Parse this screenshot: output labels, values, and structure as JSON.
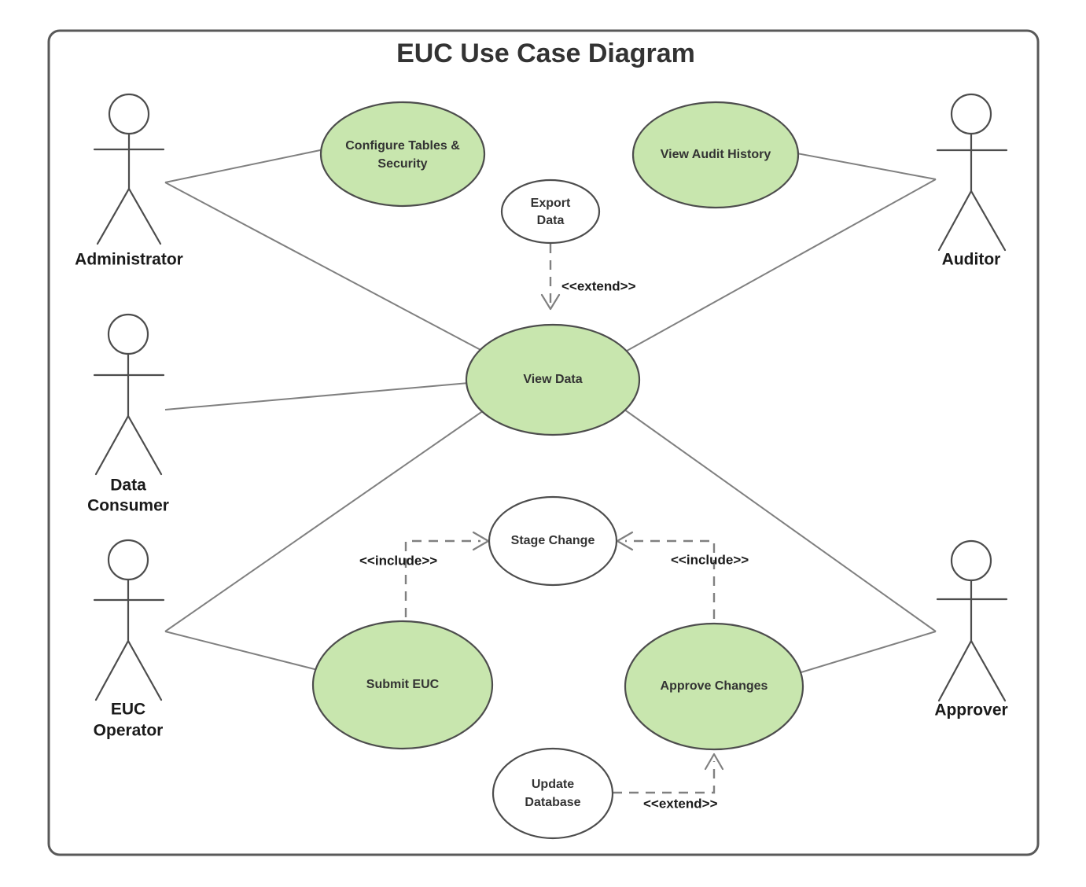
{
  "diagram": {
    "title": "EUC Use Case Diagram",
    "frame_border_color": "#595959",
    "background_color": "#ffffff",
    "usecase_fill_highlight": "#c8e6ae",
    "usecase_fill_plain": "#ffffff",
    "usecase_stroke": "#4d4d4d",
    "connector_color": "#808080",
    "text_color": "#333333"
  },
  "actors": [
    {
      "id": "administrator",
      "label": "Administrator",
      "label_lines": [
        "Administrator"
      ]
    },
    {
      "id": "data-consumer",
      "label": "Data Consumer",
      "label_lines": [
        "Data",
        "Consumer"
      ]
    },
    {
      "id": "euc-operator",
      "label": "EUC Operator",
      "label_lines": [
        "EUC",
        "Operator"
      ]
    },
    {
      "id": "auditor",
      "label": "Auditor",
      "label_lines": [
        "Auditor"
      ]
    },
    {
      "id": "approver",
      "label": "Approver",
      "label_lines": [
        "Approver"
      ]
    }
  ],
  "use_cases": [
    {
      "id": "configure-tables-security",
      "label": "Configure Tables & Security",
      "label_lines": [
        "Configure Tables &",
        "Security"
      ],
      "highlighted": true
    },
    {
      "id": "view-audit-history",
      "label": "View Audit History",
      "label_lines": [
        "View Audit History"
      ],
      "highlighted": true
    },
    {
      "id": "export-data",
      "label": "Export Data",
      "label_lines": [
        "Export",
        "Data"
      ],
      "highlighted": false
    },
    {
      "id": "view-data",
      "label": "View Data",
      "label_lines": [
        "View Data"
      ],
      "highlighted": true
    },
    {
      "id": "stage-change",
      "label": "Stage Change",
      "label_lines": [
        "Stage Change"
      ],
      "highlighted": false
    },
    {
      "id": "submit-euc",
      "label": "Submit EUC",
      "label_lines": [
        "Submit EUC"
      ],
      "highlighted": true
    },
    {
      "id": "approve-changes",
      "label": "Approve Changes",
      "label_lines": [
        "Approve Changes"
      ],
      "highlighted": true
    },
    {
      "id": "update-database",
      "label": "Update Database",
      "label_lines": [
        "Update",
        "Database"
      ],
      "highlighted": false
    }
  ],
  "associations": [
    {
      "from": "administrator",
      "to": "configure-tables-security"
    },
    {
      "from": "administrator",
      "to": "view-data"
    },
    {
      "from": "data-consumer",
      "to": "view-data"
    },
    {
      "from": "auditor",
      "to": "view-audit-history"
    },
    {
      "from": "auditor",
      "to": "view-data"
    },
    {
      "from": "euc-operator",
      "to": "view-data"
    },
    {
      "from": "euc-operator",
      "to": "submit-euc"
    },
    {
      "from": "approver",
      "to": "view-data"
    },
    {
      "from": "approver",
      "to": "approve-changes"
    }
  ],
  "dependencies": [
    {
      "id": "extend-export-viewdata",
      "from": "export-data",
      "to": "view-data",
      "stereotype": "<<extend>>"
    },
    {
      "id": "include-submit-stage",
      "from": "submit-euc",
      "to": "stage-change",
      "stereotype": "<<include>>"
    },
    {
      "id": "include-approve-stage",
      "from": "approve-changes",
      "to": "stage-change",
      "stereotype": "<<include>>"
    },
    {
      "id": "extend-update-approve",
      "from": "update-database",
      "to": "approve-changes",
      "stereotype": "<<extend>>"
    }
  ],
  "labels": {
    "extend_top": "<<extend>>",
    "include_left": "<<include>>",
    "include_right": "<<include>>",
    "extend_bottom": "<<extend>>"
  }
}
